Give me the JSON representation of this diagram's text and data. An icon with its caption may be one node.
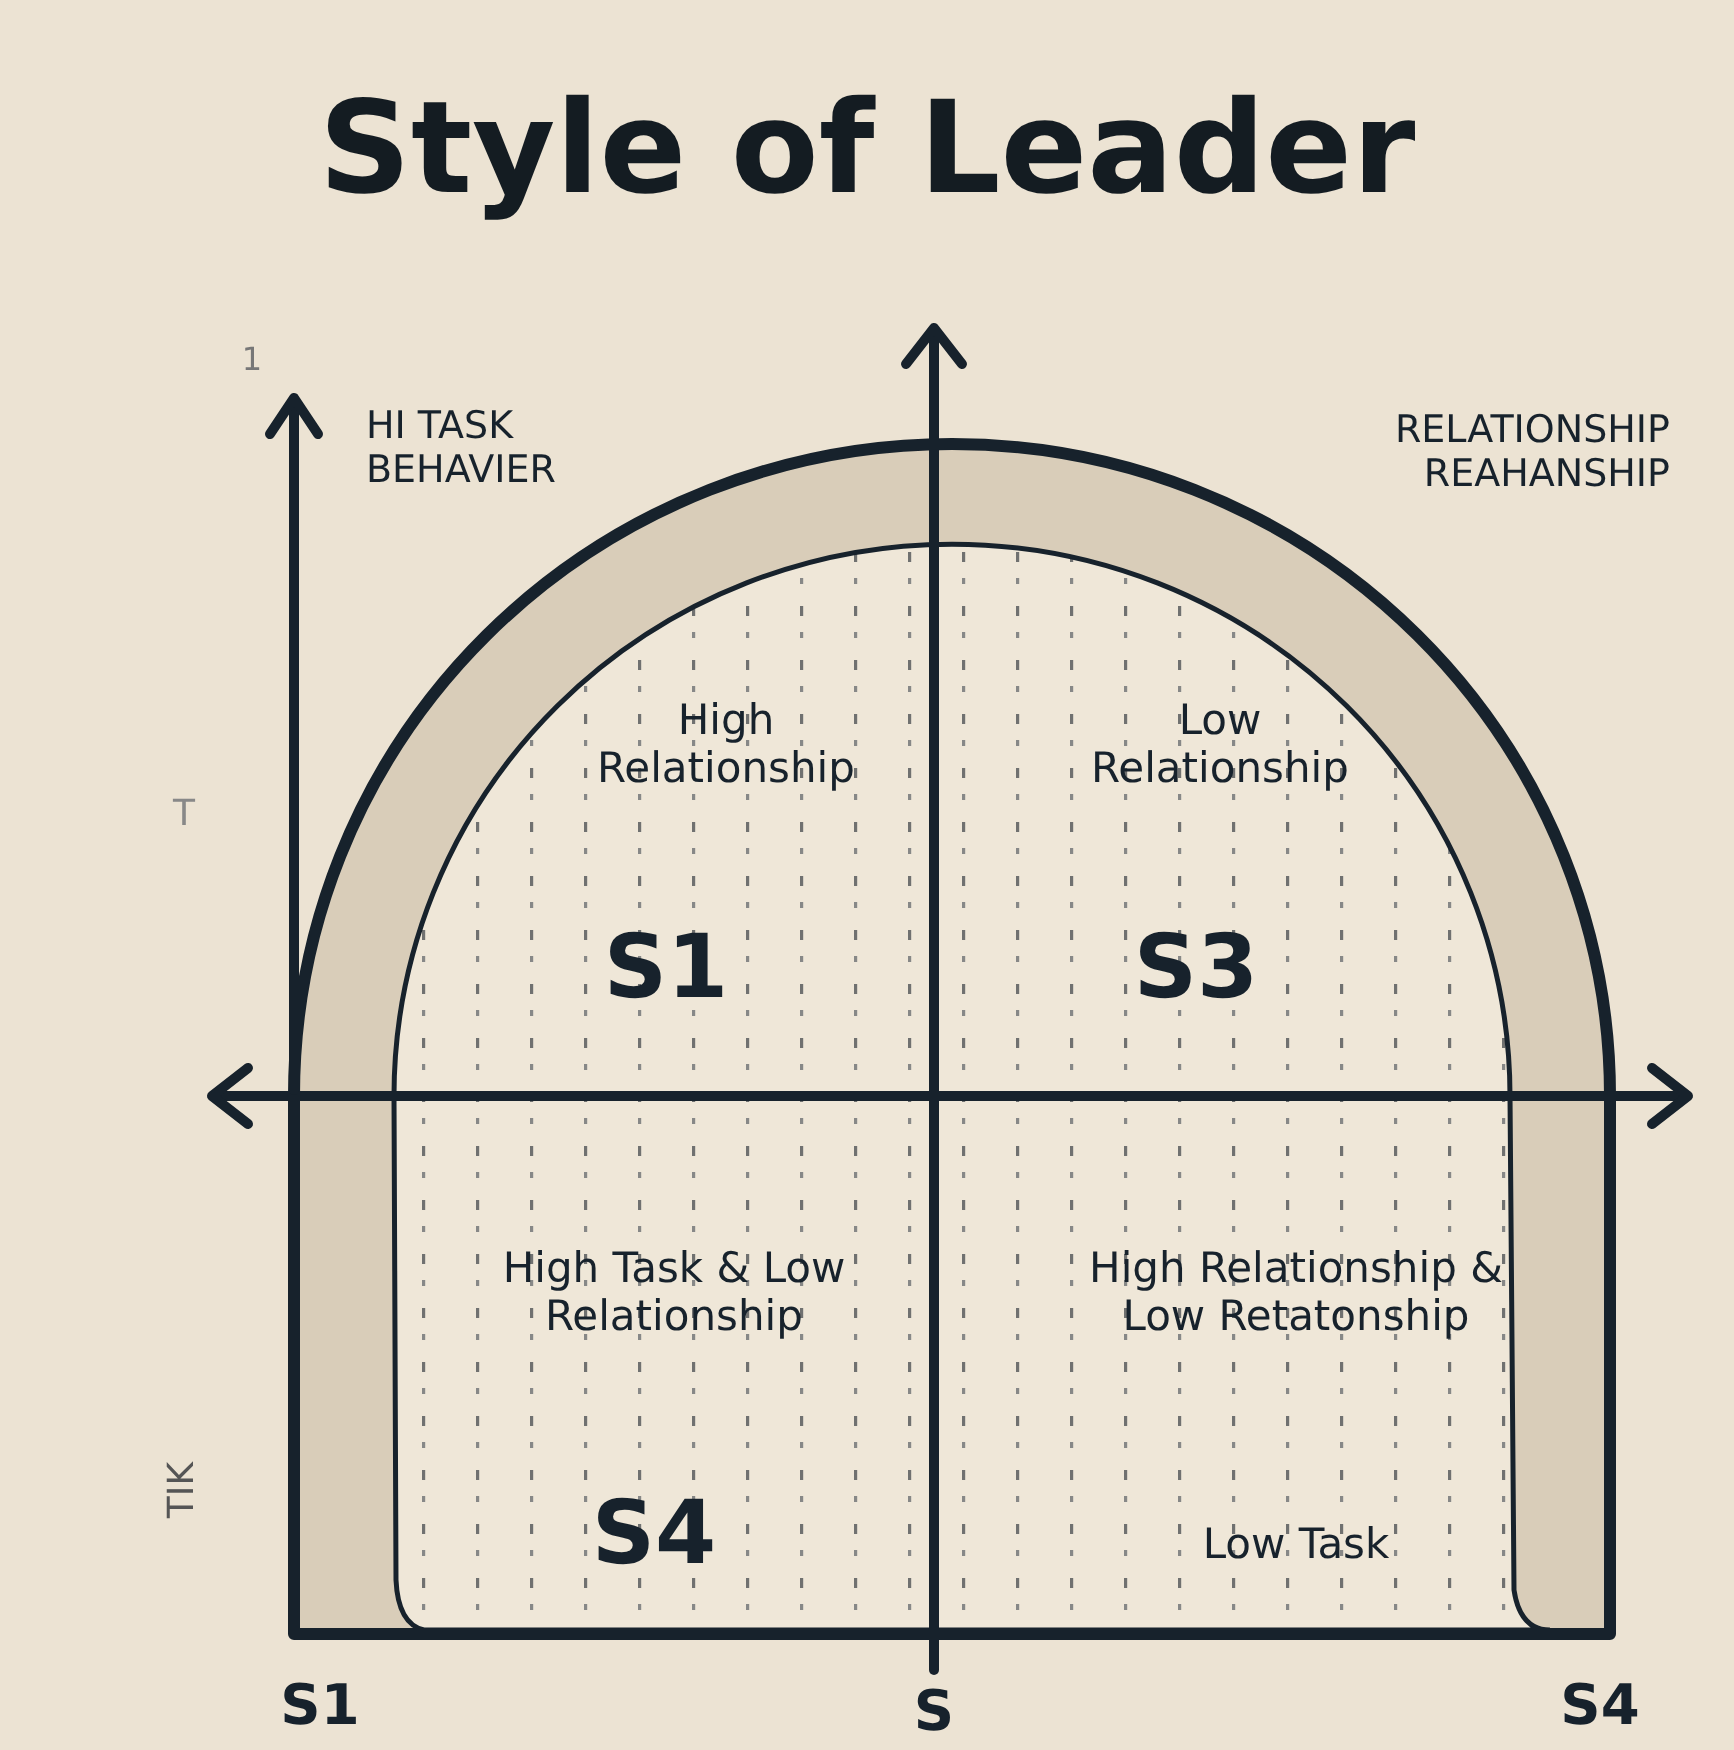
{
  "diagram": {
    "title": "Style of Leader",
    "labels": [
      "1",
      "HI TASK BEHAVIER",
      "RELATIONSHIP REAHANSHIP",
      "T",
      "High Relationship",
      "Low Relationship",
      "S1",
      "S3",
      "High Task & Low Relationship",
      "High Relationship & Low Retatonship",
      "TIK",
      "S4",
      "Low Task",
      "S1",
      "S",
      "S4"
    ]
  }
}
